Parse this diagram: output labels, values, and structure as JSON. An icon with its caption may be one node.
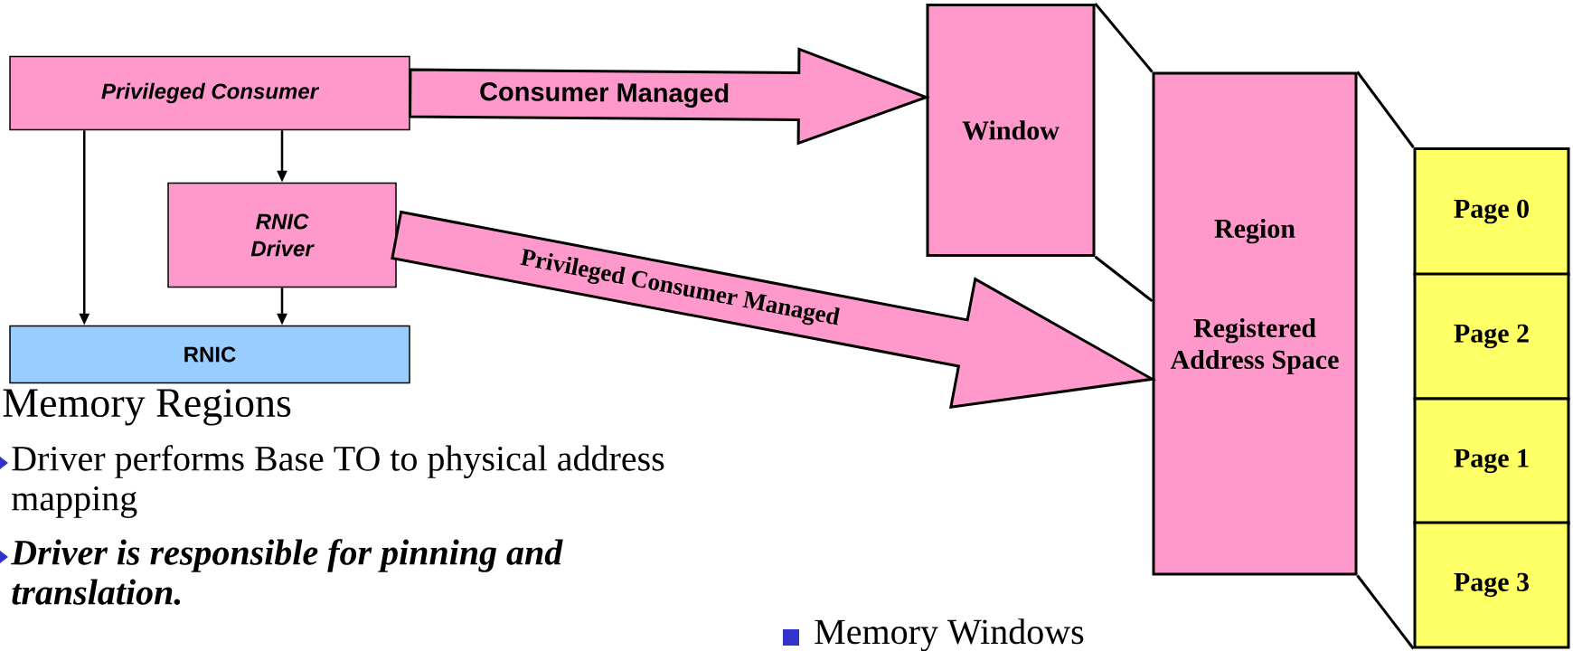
{
  "diagram": {
    "nodes": [
      {
        "text": [
          "Privileged Consumer"
        ]
      },
      {
        "text": [
          "RNIC Driver"
        ]
      },
      {
        "text": [
          "RNIC"
        ]
      },
      {
        "text": [
          "Window"
        ]
      },
      {
        "text": [
          "Region",
          "Registered Address Space"
        ]
      },
      {
        "text": [
          "Page 0"
        ]
      },
      {
        "text": [
          "Page 2"
        ]
      },
      {
        "text": [
          "Page 1"
        ]
      },
      {
        "text": [
          "Page 3"
        ]
      }
    ],
    "edges": [
      {
        "from": 0,
        "to": 2,
        "arrow": "to"
      },
      {
        "from": 0,
        "to": 1,
        "arrow": "to"
      },
      {
        "from": 1,
        "to": 2,
        "arrow": "to"
      },
      {
        "from": 0,
        "to": 3,
        "arrow": "to",
        "label": "Consumer Managed",
        "style": "thick"
      },
      {
        "from": 1,
        "to": 4,
        "arrow": "to",
        "label": "Privileged Consumer Managed",
        "style": "thick"
      },
      {
        "from": 3,
        "to": 4,
        "arrow": "none"
      },
      {
        "from": 3,
        "to": 4,
        "arrow": "none"
      },
      {
        "from": 4,
        "to": 5,
        "arrow": "none"
      },
      {
        "from": 4,
        "to": 8,
        "arrow": "none"
      }
    ],
    "labels": [
      "Memory Regions",
      "Driver performs Base TO to physical address mapping",
      "Driver is responsible for pinning and translation.",
      "Memory Windows"
    ]
  }
}
